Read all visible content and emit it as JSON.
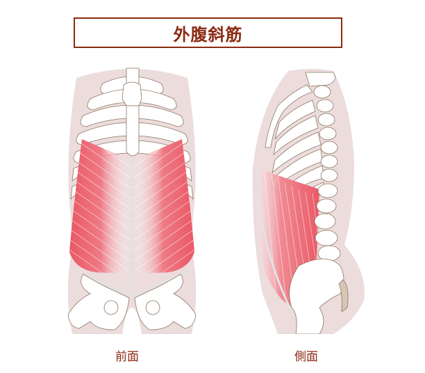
{
  "title": "外腹斜筋",
  "figures": [
    {
      "id": "front",
      "caption": "前面"
    },
    {
      "id": "side",
      "caption": "側面"
    }
  ],
  "colors": {
    "title_border": "#8b2a12",
    "title_text": "#8b2a12",
    "body_silhouette": "#ecdcdc",
    "bone_fill": "#ffffff",
    "bone_outline": "#8c7660",
    "muscle": "#e8505e",
    "muscle_light": "#f6b8bd",
    "linea_alba": "#e6e6e6",
    "cartilage": "#d6c6b4"
  }
}
